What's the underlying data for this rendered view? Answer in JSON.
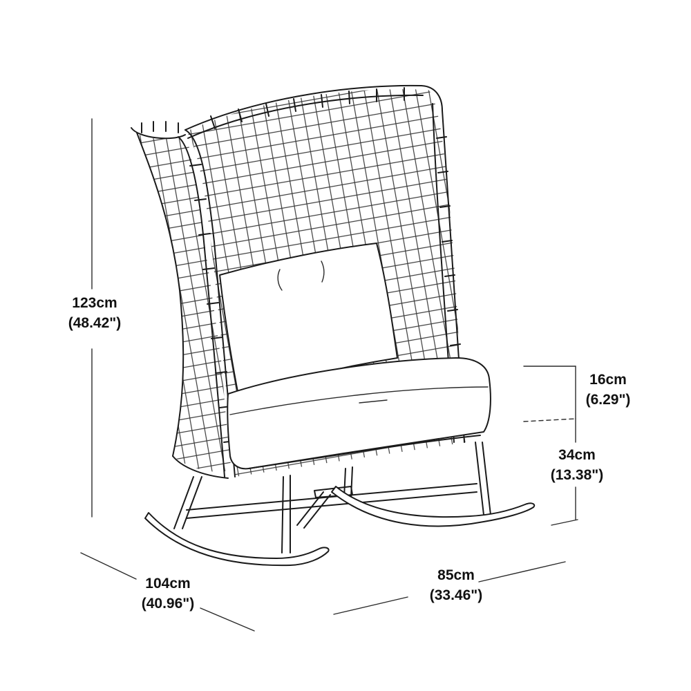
{
  "dimensions": {
    "height": {
      "metric": "123cm",
      "imperial": "(48.42\")"
    },
    "cushion_thickness": {
      "metric": "16cm",
      "imperial": "(6.29\")"
    },
    "seat_height": {
      "metric": "34cm",
      "imperial": "(13.38\")"
    },
    "width": {
      "metric": "104cm",
      "imperial": "(40.96\")"
    },
    "depth": {
      "metric": "85cm",
      "imperial": "(33.46\")"
    }
  },
  "colors": {
    "line": "#1a1a1a",
    "background": "#ffffff"
  }
}
